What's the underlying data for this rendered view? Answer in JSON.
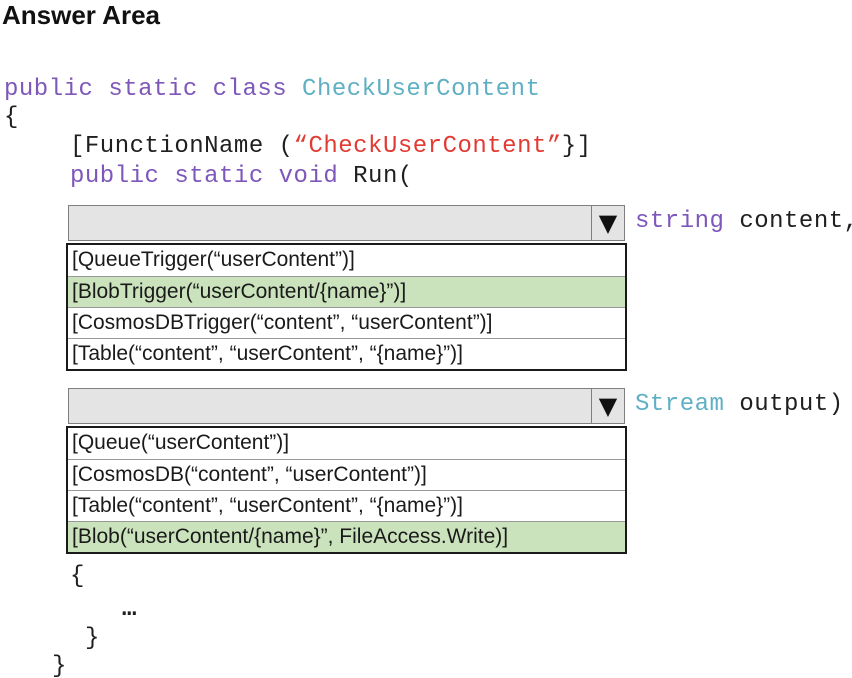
{
  "title": "Answer Area",
  "colors": {
    "keyword": "#7d57ba",
    "type_name": "#5fb0c4",
    "string_literal": "#e23b33",
    "code_text": "#1f1f1f",
    "highlight_green": "#cbe3bd",
    "dropdown_fill": "#e4e4e4"
  },
  "icons": {
    "dropdown_arrow": "▼"
  },
  "code": {
    "class_line": {
      "keywords": "public static class ",
      "type": "CheckUserContent"
    },
    "open_brace": "{",
    "attribute_line": {
      "prefix": "[FunctionName (",
      "string": "“CheckUserContent”",
      "suffix": "}]"
    },
    "method_line": {
      "keywords": "public static void ",
      "rest": "Run("
    },
    "body_open_brace": "{",
    "body_ellipsis": "…",
    "body_close_brace": "}",
    "class_close_brace": "}"
  },
  "dropdowns": [
    {
      "param": {
        "type": "string",
        "rest": " content,"
      },
      "options": [
        {
          "label": "[QueueTrigger(“userContent”)]",
          "selected": false
        },
        {
          "label": "[BlobTrigger(“userContent/{name}”)]",
          "selected": true
        },
        {
          "label": "[CosmosDBTrigger(“content”, “userContent”)]",
          "selected": false
        },
        {
          "label": "[Table(“content”, “userContent”, “{name}”)]",
          "selected": false
        }
      ]
    },
    {
      "param": {
        "type": "Stream",
        "rest": " output)"
      },
      "options": [
        {
          "label": "[Queue(“userContent”)]",
          "selected": false
        },
        {
          "label": "[CosmosDB(“content”, “userContent”)]",
          "selected": false
        },
        {
          "label": "[Table(“content”, “userContent”, “{name}”)]",
          "selected": false
        },
        {
          "label": "[Blob(“userContent/{name}”, FileAccess.Write)]",
          "selected": true
        }
      ]
    }
  ]
}
